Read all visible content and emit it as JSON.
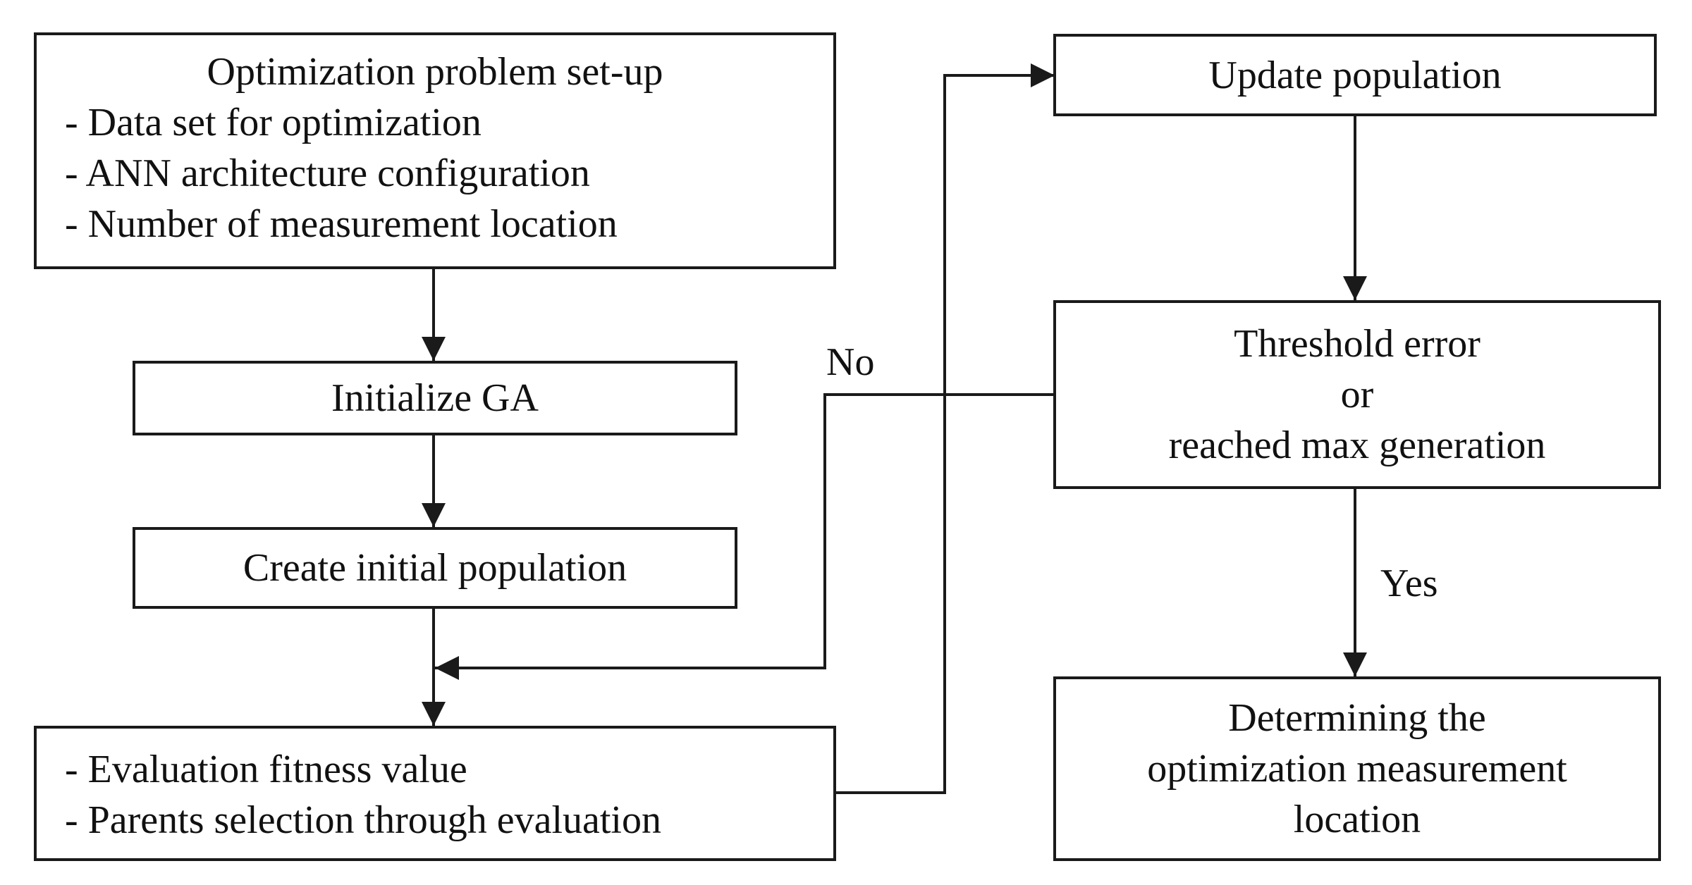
{
  "diagram": {
    "setup_box": {
      "title": "Optimization problem set-up",
      "items": [
        "- Data set for optimization",
        "- ANN architecture configuration",
        "- Number of measurement location"
      ]
    },
    "init_ga_box": {
      "label": "Initialize GA"
    },
    "create_pop_box": {
      "label": "Create initial population"
    },
    "eval_box": {
      "items": [
        "- Evaluation fitness value",
        "- Parents selection through evaluation"
      ]
    },
    "update_box": {
      "label": "Update population"
    },
    "threshold_box": {
      "lines": [
        "Threshold error",
        "or",
        "reached max generation"
      ]
    },
    "determine_box": {
      "lines": [
        "Determining the",
        "optimization measurement",
        "location"
      ]
    },
    "edge_labels": {
      "no": "No",
      "yes": "Yes"
    },
    "line_color": "#1a1a1a"
  }
}
